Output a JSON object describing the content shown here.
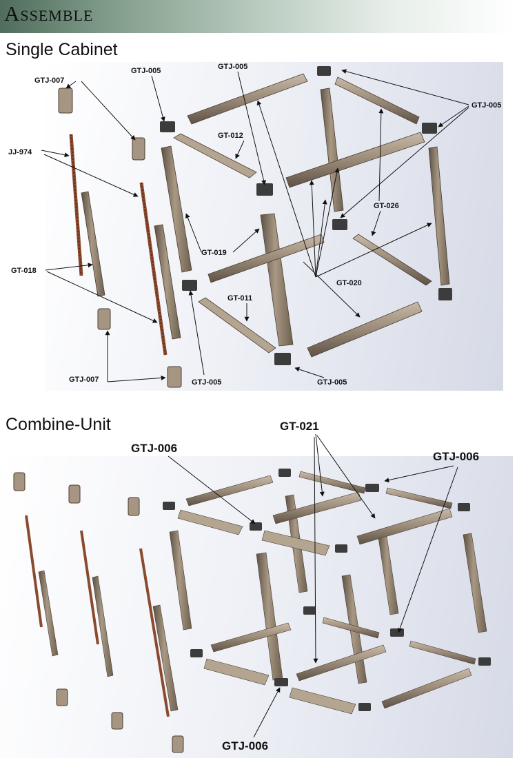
{
  "title": "Assemble",
  "sections": [
    {
      "title": "Single Cabinet"
    },
    {
      "title": "Combine-Unit"
    }
  ],
  "single_cabinet_labels": {
    "gtj007_top": "GTJ-007",
    "gtj005_a": "GTJ-005",
    "gtj005_b": "GTJ-005",
    "gtj005_right": "GTJ-005",
    "gt012": "GT-012",
    "jj974": "JJ-974",
    "gt026": "GT-026",
    "gt019": "GT-019",
    "gt018": "GT-018",
    "gt020": "GT-020",
    "gt011": "GT-011",
    "gtj007_bottom": "GTJ-007",
    "gtj005_bottom_mid": "GTJ-005",
    "gtj005_bottom_right": "GTJ-005"
  },
  "combine_unit_labels": {
    "gt021": "GT-021",
    "gtj006_left": "GTJ-006",
    "gtj006_right": "GTJ-006",
    "gtj006_bottom": "GTJ-006"
  },
  "colors": {
    "part_fill": "#9a8a78",
    "part_dark": "#5e5246",
    "part_light": "#c8baa8",
    "connector": "#3c3c3c",
    "rack_hole": "#7a3a22"
  }
}
